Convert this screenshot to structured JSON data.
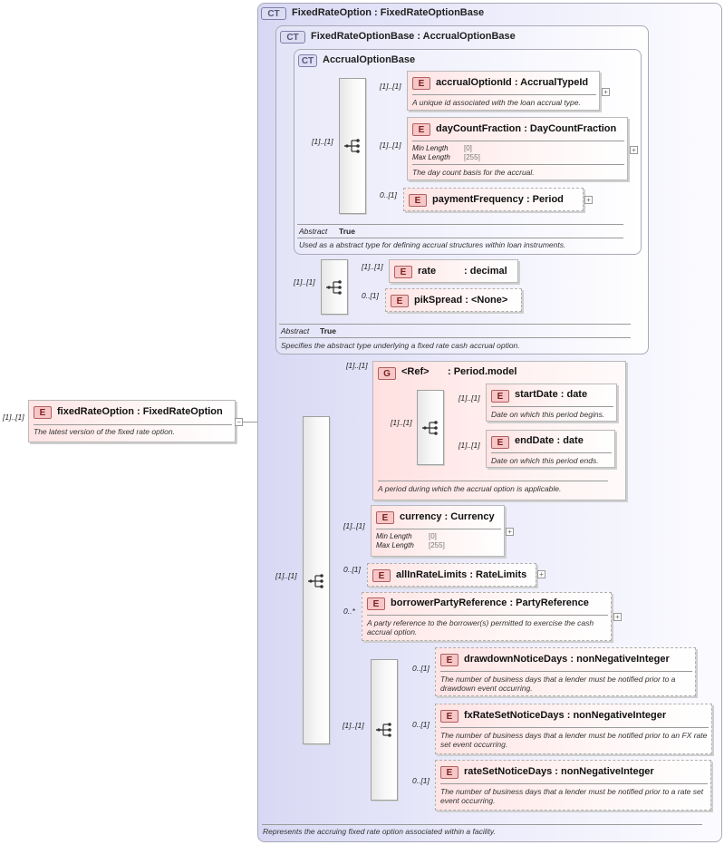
{
  "root": {
    "multiplicity": "[1]..[1]",
    "name": "fixedRateOption",
    "type": ": FixedRateOption",
    "doc": "The latest version of the fixed rate option."
  },
  "ct_fixed": {
    "badge": "CT",
    "title": "FixedRateOption : FixedRateOptionBase",
    "doc": "Represents the accruing fixed rate option associated within a facility."
  },
  "ct_base": {
    "badge": "CT",
    "title": "FixedRateOptionBase : AccrualOptionBase",
    "abstract_label": "Abstract",
    "abstract_value": "True",
    "doc": "Specifies the abstract type underlying a fixed rate cash accrual option."
  },
  "ct_accrual": {
    "badge": "CT",
    "title": "AccrualOptionBase",
    "abstract_label": "Abstract",
    "abstract_value": "True",
    "doc": "Used as a abstract type for defining accrual structures within loan instruments."
  },
  "badges": {
    "element": "E",
    "group": "G"
  },
  "facets": {
    "min_label": "Min Length",
    "max_label": "Max Length",
    "min_value": "[0]",
    "max_value": "[255]"
  },
  "seq_multiplicity": {
    "accrual_seq": "[1]..[1]",
    "base_seq": "[1]..[1]",
    "main_seq": "[1]..[1]",
    "period_seq": "[1]..[1]",
    "notice_seq": "[1]..[1]"
  },
  "elements": {
    "accrualOptionId": {
      "mult": "[1]..[1]",
      "name": "accrualOptionId",
      "type": ": AccrualTypeId",
      "doc": "A unique id associated with the loan accrual type."
    },
    "dayCountFraction": {
      "mult": "[1]..[1]",
      "name": "dayCountFraction",
      "type": ": DayCountFraction",
      "doc": "The day count basis for the accrual."
    },
    "paymentFrequency": {
      "mult": "0..[1]",
      "name": "paymentFrequency",
      "type": ": Period"
    },
    "rate": {
      "mult": "[1]..[1]",
      "name": "rate",
      "type": ": decimal"
    },
    "pikSpread": {
      "mult": "0..[1]",
      "name": "pikSpread",
      "type": ": <None>"
    },
    "periodRef": {
      "mult": "[1]..[1]",
      "name": "<Ref>",
      "type": ": Period.model",
      "doc": "A period during which the accrual option is applicable."
    },
    "startDate": {
      "mult": "[1]..[1]",
      "name": "startDate",
      "type": ": date",
      "doc": "Date on which this period begins."
    },
    "endDate": {
      "mult": "[1]..[1]",
      "name": "endDate",
      "type": ": date",
      "doc": "Date on which this period ends."
    },
    "currency": {
      "mult": "[1]..[1]",
      "name": "currency",
      "type": ": Currency"
    },
    "allInRateLimits": {
      "mult": "0..[1]",
      "name": "allInRateLimits",
      "type": ": RateLimits"
    },
    "borrowerPartyReference": {
      "mult": "0..*",
      "name": "borrowerPartyReference",
      "type": ": PartyReference",
      "doc": "A party reference to the borrower(s) permitted to exercise the cash accrual option."
    },
    "drawdownNoticeDays": {
      "mult": "0..[1]",
      "name": "drawdownNoticeDays",
      "type": ": nonNegativeInteger",
      "doc": "The number of business days that a lender must be notified prior to a drawdown event occurring."
    },
    "fxRateSetNoticeDays": {
      "mult": "0..[1]",
      "name": "fxRateSetNoticeDays",
      "type": ": nonNegativeInteger",
      "doc": "The number of business days that a lender must be notified prior to an FX rate set event occurring."
    },
    "rateSetNoticeDays": {
      "mult": "0..[1]",
      "name": "rateSetNoticeDays",
      "type": ": nonNegativeInteger",
      "doc": "The number of business days that a lender must be notified prior to a rate set event occurring."
    }
  }
}
